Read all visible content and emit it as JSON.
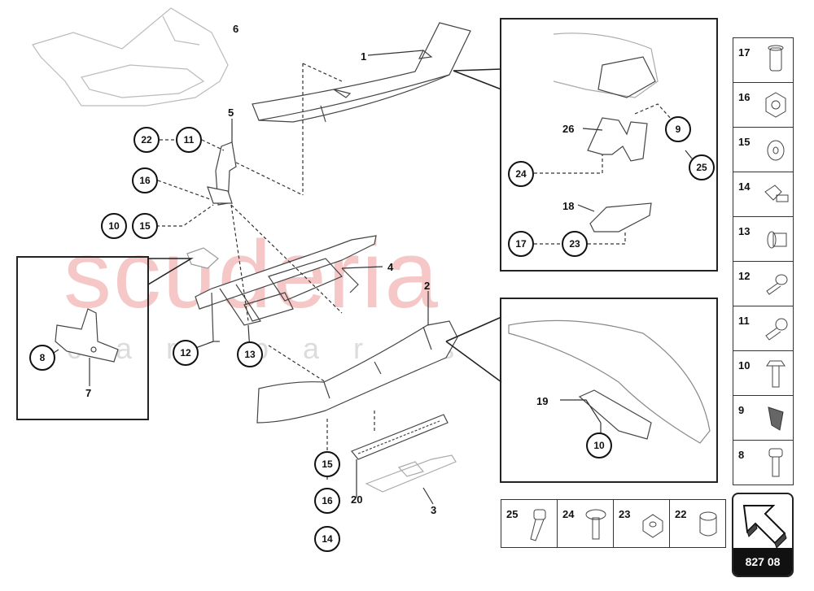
{
  "watermark": {
    "main": "scuderia",
    "sub": "car parts"
  },
  "diagram_code": "827 08",
  "callouts": {
    "c22": "22",
    "c11": "11",
    "c16": "16",
    "c10": "10",
    "c15": "15",
    "c12": "12",
    "c13": "13",
    "c8": "8",
    "c15b": "15",
    "c16b": "16",
    "c14": "14",
    "c24": "24",
    "c17": "17",
    "c23": "23",
    "c9": "9",
    "c25": "25",
    "c10b": "10"
  },
  "labels": {
    "l1": "1",
    "l2": "2",
    "l3": "3",
    "l4": "4",
    "l5": "5",
    "l6": "6",
    "l7": "7",
    "l18": "18",
    "l19": "19",
    "l20": "20",
    "l26": "26"
  },
  "legend_right": [
    "17",
    "16",
    "15",
    "14",
    "13",
    "12",
    "11",
    "10",
    "9",
    "8"
  ],
  "legend_bottom": [
    "25",
    "24",
    "23",
    "22"
  ],
  "colors": {
    "line": "#222222",
    "part": "#555555",
    "accent_watermark": "#f6c7c7"
  }
}
